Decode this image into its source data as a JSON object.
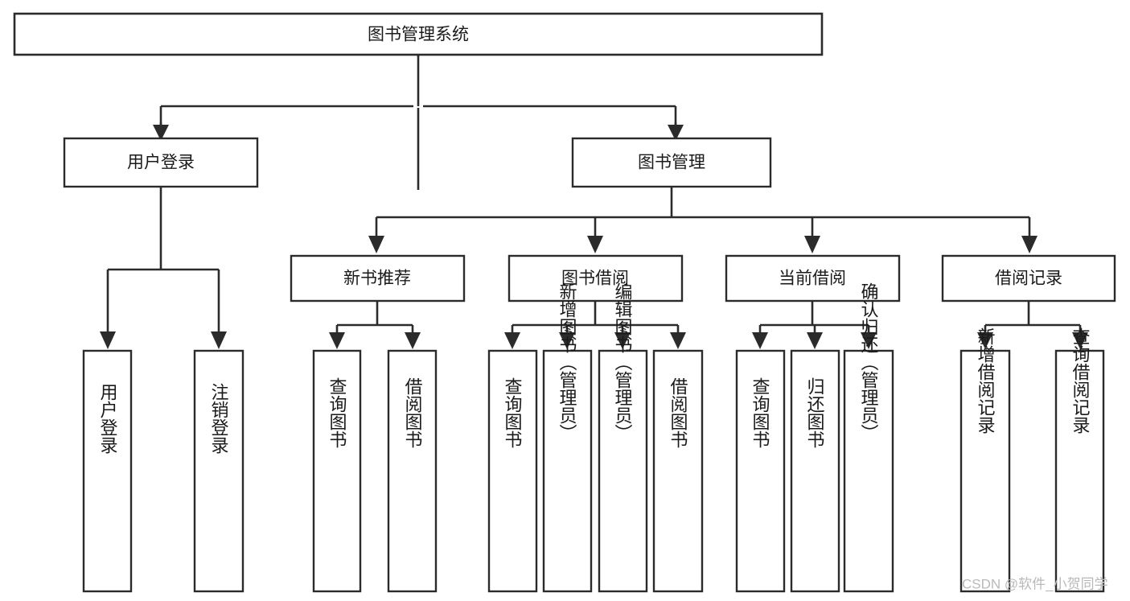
{
  "diagram": {
    "title": "图书管理系统",
    "type": "tree-hierarchy-chart",
    "watermark": "CSDN @软件_小贺同学",
    "colors": {
      "stroke": "#2b2b2b",
      "fill": "#ffffff",
      "text": "#1a1a1a",
      "watermark": "#b9b9b9"
    },
    "root": {
      "label": "图书管理系统"
    },
    "level2": [
      {
        "label": "用户登录"
      },
      {
        "label": "图书管理"
      }
    ],
    "level3": [
      {
        "label": "新书推荐"
      },
      {
        "label": "图书借阅"
      },
      {
        "label": "当前借阅"
      },
      {
        "label": "借阅记录"
      }
    ],
    "leaves_user_login": [
      {
        "label": "用户登录"
      },
      {
        "label": "注销登录"
      }
    ],
    "leaves_new_book": [
      {
        "label": "查询图书"
      },
      {
        "label": "借阅图书"
      }
    ],
    "leaves_borrow": [
      {
        "label": "查询图书"
      },
      {
        "label": "新增图书（管理员）"
      },
      {
        "label": "编辑图书（管理员）"
      },
      {
        "label": "借阅图书"
      }
    ],
    "leaves_current": [
      {
        "label": "查询图书"
      },
      {
        "label": "归还图书"
      },
      {
        "label": "确认归还（管理员）"
      }
    ],
    "leaves_record": [
      {
        "label": "新增借阅记录"
      },
      {
        "label": "查询借阅记录"
      }
    ]
  }
}
